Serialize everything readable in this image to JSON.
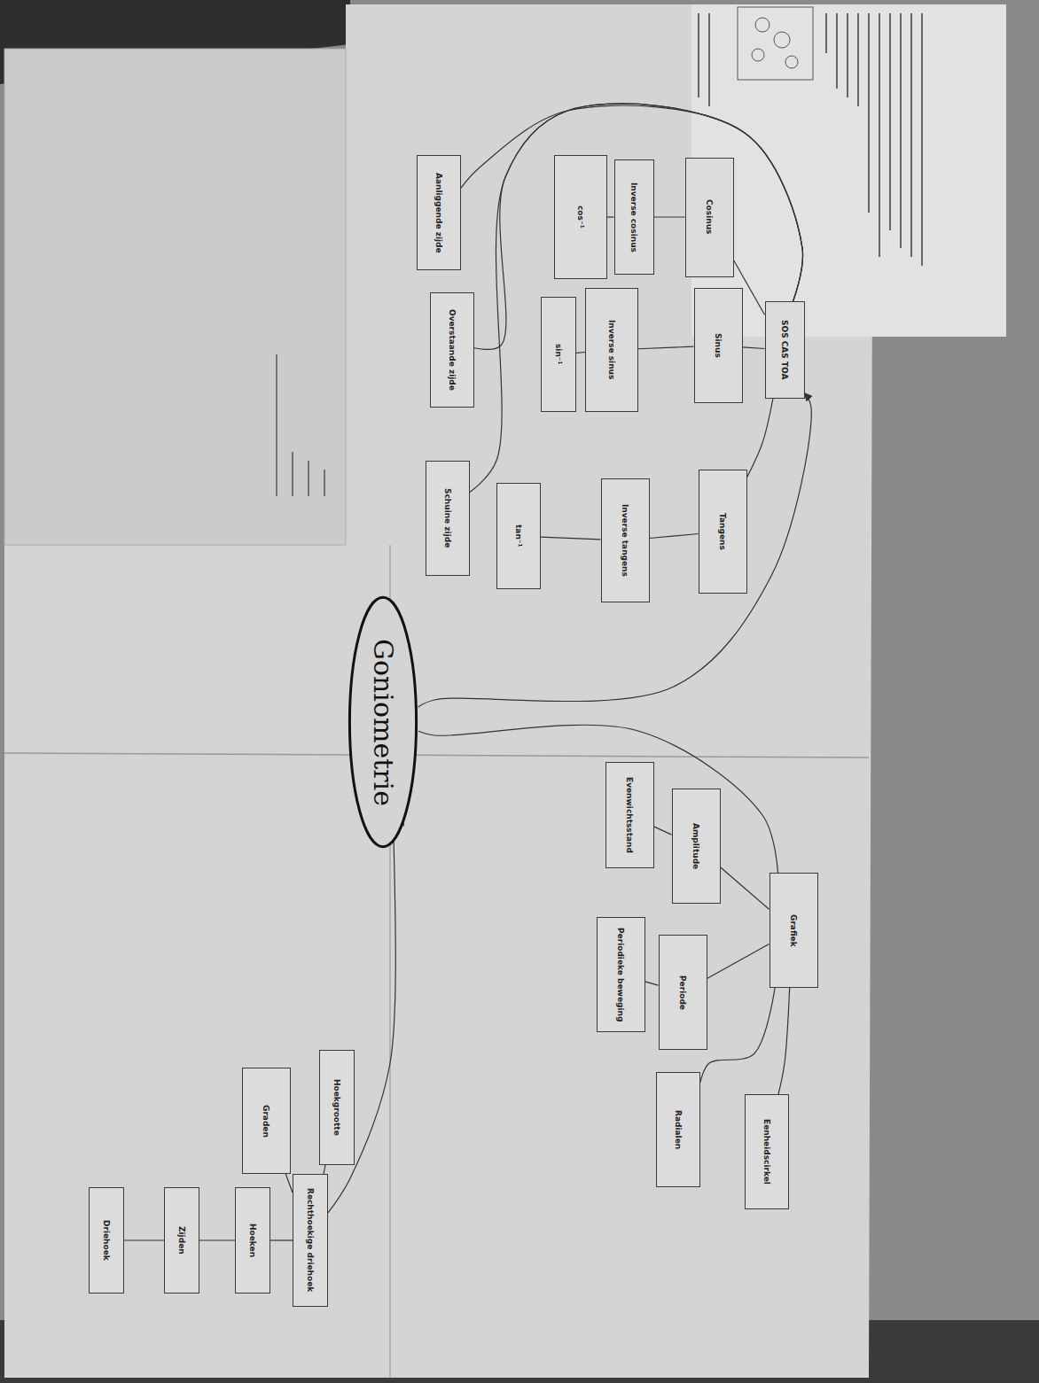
{
  "diagram": {
    "nodes": [
      {
        "text": [
          "Goniometrie"
        ]
      },
      {
        "text": [
          "SOS CAS TOA"
        ]
      },
      {
        "text": [
          "Cosinus"
        ]
      },
      {
        "text": [
          "Sinus"
        ]
      },
      {
        "text": [
          "Tangens"
        ]
      },
      {
        "text": [
          "Inverse cosinus"
        ]
      },
      {
        "text": [
          "Inverse sinus"
        ]
      },
      {
        "text": [
          "Inverse tangens"
        ]
      },
      {
        "text": [
          "cos⁻¹"
        ]
      },
      {
        "text": [
          "sin⁻¹"
        ]
      },
      {
        "text": [
          "tan⁻¹"
        ]
      },
      {
        "text": [
          "Aanliggende zijde"
        ]
      },
      {
        "text": [
          "Overstaande zijde"
        ]
      },
      {
        "text": [
          "Schuine zijde"
        ]
      },
      {
        "text": [
          "Grafiek"
        ]
      },
      {
        "text": [
          "Amplitude"
        ]
      },
      {
        "text": [
          "Evenwichtsstand"
        ]
      },
      {
        "text": [
          "Periode"
        ]
      },
      {
        "text": [
          "Periodieke beweging"
        ]
      },
      {
        "text": [
          "Radialen"
        ]
      },
      {
        "text": [
          "Eenheidscirkel"
        ]
      },
      {
        "text": [
          "Graden"
        ]
      },
      {
        "text": [
          "Hoekgrootte"
        ]
      },
      {
        "text": [
          "Rechthoekige driehoek"
        ]
      },
      {
        "text": [
          "Hoeken"
        ]
      },
      {
        "text": [
          "Zijden"
        ]
      },
      {
        "text": [
          "Driehoek"
        ]
      }
    ],
    "edges": [
      {
        "from": 0,
        "to": 1,
        "arrow": "to"
      },
      {
        "from": 0,
        "to": 14,
        "arrow": "none"
      },
      {
        "from": 0,
        "to": 23,
        "arrow": "none"
      },
      {
        "from": 1,
        "to": 2,
        "arrow": "none"
      },
      {
        "from": 1,
        "to": 3,
        "arrow": "none"
      },
      {
        "from": 1,
        "to": 4,
        "arrow": "none"
      },
      {
        "from": 2,
        "to": 5,
        "arrow": "none"
      },
      {
        "from": 5,
        "to": 8,
        "arrow": "none"
      },
      {
        "from": 3,
        "to": 6,
        "arrow": "none"
      },
      {
        "from": 6,
        "to": 9,
        "arrow": "none"
      },
      {
        "from": 4,
        "to": 7,
        "arrow": "none"
      },
      {
        "from": 7,
        "to": 10,
        "arrow": "none"
      },
      {
        "from": 1,
        "to": 11,
        "arrow": "none"
      },
      {
        "from": 1,
        "to": 12,
        "arrow": "none"
      },
      {
        "from": 1,
        "to": 13,
        "arrow": "none"
      },
      {
        "from": 14,
        "to": 15,
        "arrow": "none"
      },
      {
        "from": 15,
        "to": 16,
        "arrow": "none"
      },
      {
        "from": 14,
        "to": 17,
        "arrow": "none"
      },
      {
        "from": 17,
        "to": 18,
        "arrow": "none"
      },
      {
        "from": 14,
        "to": 19,
        "arrow": "none"
      },
      {
        "from": 14,
        "to": 20,
        "arrow": "none"
      },
      {
        "from": 23,
        "to": 21,
        "arrow": "none"
      },
      {
        "from": 23,
        "to": 22,
        "arrow": "none"
      },
      {
        "from": 23,
        "to": 24,
        "arrow": "none"
      },
      {
        "from": 24,
        "to": 25,
        "arrow": "none"
      },
      {
        "from": 25,
        "to": 26,
        "arrow": "none"
      }
    ]
  }
}
